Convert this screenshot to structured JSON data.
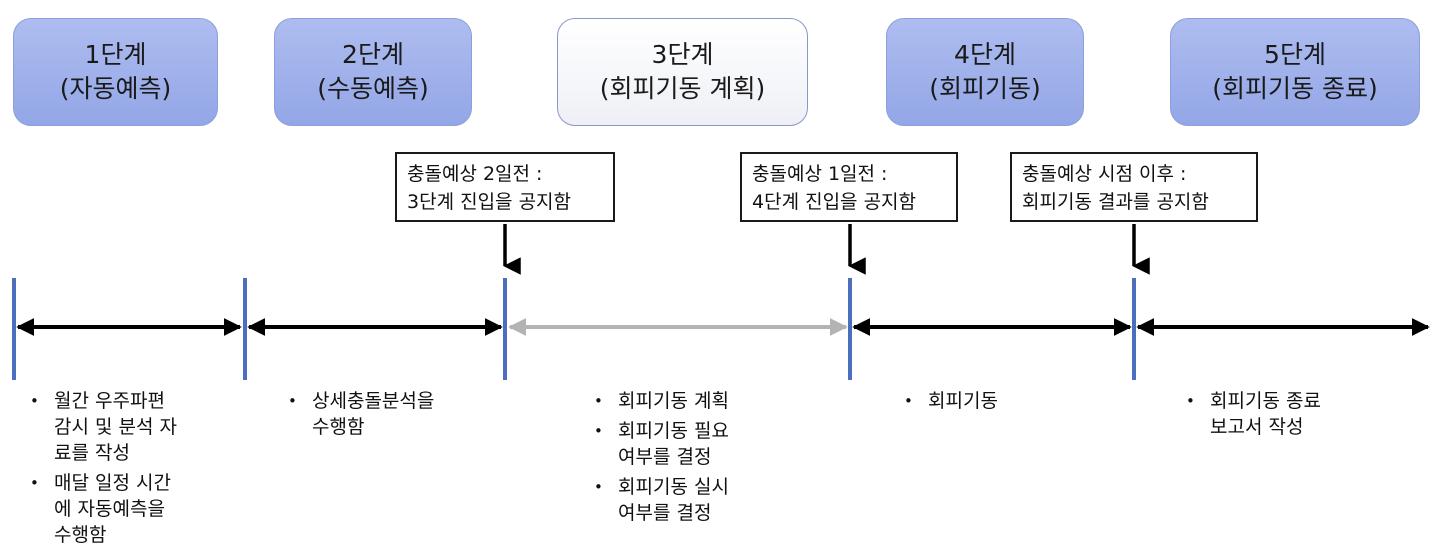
{
  "stages": [
    {
      "title": "1단계",
      "subtitle": "(자동예측)",
      "style": "blue"
    },
    {
      "title": "2단계",
      "subtitle": "(수동예측)",
      "style": "blue"
    },
    {
      "title": "3단계",
      "subtitle": "(회피기동 계획)",
      "style": "white"
    },
    {
      "title": "4단계",
      "subtitle": "(회피기동)",
      "style": "blue"
    },
    {
      "title": "5단계",
      "subtitle": "(회피기동 종료)",
      "style": "blue"
    }
  ],
  "notices": [
    {
      "line1": "충돌예상 2일전 :",
      "line2": "3단계 진입을 공지함"
    },
    {
      "line1": "충돌예상 1일전 :",
      "line2": "4단계 진입을 공지함"
    },
    {
      "line1": "충돌예상 시점 이후 :",
      "line2": "회피기동 결과를 공지함"
    }
  ],
  "bullet_symbol": "•",
  "phase_descriptions": [
    {
      "items": [
        {
          "lines": [
            "월간 우주파편",
            "감시 및 분석 자",
            "료를 작성"
          ]
        },
        {
          "lines": [
            "매달 일정 시간",
            "에 자동예측을",
            "수행함"
          ]
        }
      ]
    },
    {
      "items": [
        {
          "lines": [
            "상세충돌분석을",
            "수행함"
          ]
        }
      ]
    },
    {
      "items": [
        {
          "lines": [
            "회피기동 계획"
          ]
        },
        {
          "lines": [
            "회피기동 필요",
            "여부를 결정"
          ]
        },
        {
          "lines": [
            "회피기동 실시",
            "여부를 결정"
          ]
        }
      ]
    },
    {
      "items": [
        {
          "lines": [
            "회피기동"
          ]
        }
      ]
    },
    {
      "items": [
        {
          "lines": [
            "회피기동 종료",
            "보고서 작성"
          ]
        }
      ]
    }
  ],
  "colors": {
    "stage_fill": "#9fb0ea",
    "stage_highlight_fill": "#ffffff",
    "tick": "#4a6fbf",
    "arrow_active": "#000000",
    "arrow_planning": "#b3b3b3"
  }
}
